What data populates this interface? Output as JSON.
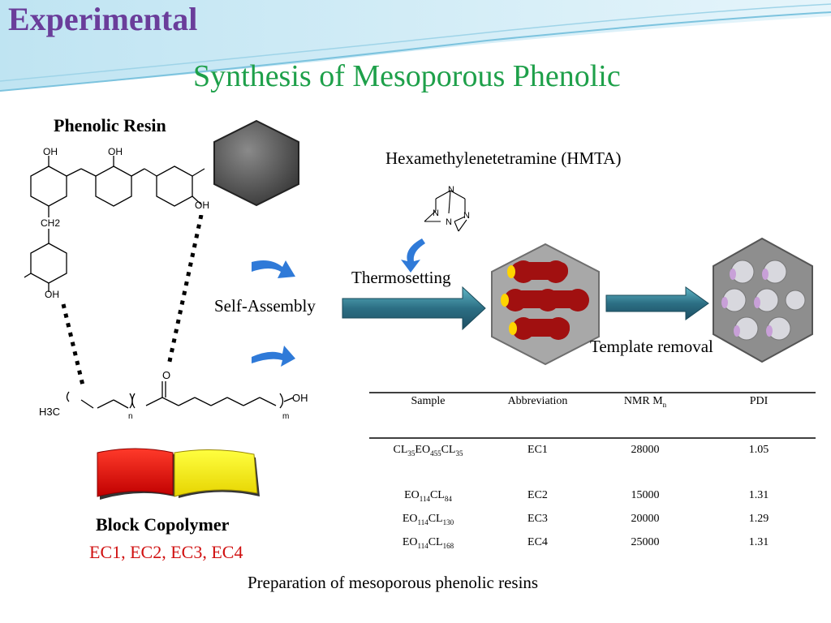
{
  "header": {
    "title": "Experimental",
    "subtitle": "Synthesis of Mesoporous Phenolic"
  },
  "labels": {
    "phenolic_resin": "Phenolic Resin",
    "hmta": "Hexamethylenetetramine (HMTA)",
    "thermosetting": "Thermosetting",
    "self_assembly": "Self-Assembly",
    "template_removal": "Template removal",
    "block_copolymer": "Block Copolymer",
    "copolymer_list": "EC1, EC2, EC3, EC4"
  },
  "structure_text": {
    "oh1": "OH",
    "oh2": "OH",
    "oh3": "OH",
    "oh4": "OH",
    "ch2": "CH2",
    "ho": "OH",
    "h3c": "H3C",
    "o": "O",
    "n": "n",
    "m": "m",
    "hmta_n": "N"
  },
  "table": {
    "headers": [
      "Sample",
      "Abbreviation",
      "NMR Mn",
      "PDI"
    ],
    "rows": [
      {
        "sample": "CL35EO455CL35",
        "abbr": "EC1",
        "mn": "28000",
        "pdi": "1.05"
      },
      {
        "sample": "EO114CL84",
        "abbr": "EC2",
        "mn": "15000",
        "pdi": "1.31"
      },
      {
        "sample": "EO114CL130",
        "abbr": "EC3",
        "mn": "20000",
        "pdi": "1.29"
      },
      {
        "sample": "EO114CL168",
        "abbr": "EC4",
        "mn": "25000",
        "pdi": "1.31"
      }
    ]
  },
  "caption": "Preparation of mesoporous phenolic resins",
  "colors": {
    "title": "#6a3d9a",
    "subtitle": "#1ea04a",
    "accent_red": "#d01010",
    "arrow": "#2f6f7e"
  }
}
